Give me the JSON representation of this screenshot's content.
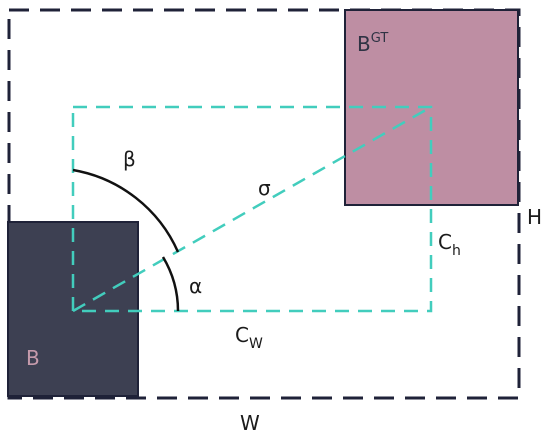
{
  "labels": {
    "b_main": "B",
    "bgt_main": "B",
    "bgt_sup": "GT",
    "h": "H",
    "w": "W",
    "ch_main": "C",
    "ch_sub": "h",
    "cw_main": "C",
    "cw_sub": "W",
    "beta": "β",
    "sigma": "σ",
    "alpha": "α"
  },
  "colors": {
    "outer_dashed": "#1f2238",
    "cyan_dashed": "#42cdbd",
    "box_b_fill": "#3d4052",
    "box_gt_fill": "#be8ea3",
    "box_stroke": "#1f2238",
    "arc_stroke": "#111111",
    "text": "#1b1b1b",
    "b_text": "#c59aab"
  }
}
